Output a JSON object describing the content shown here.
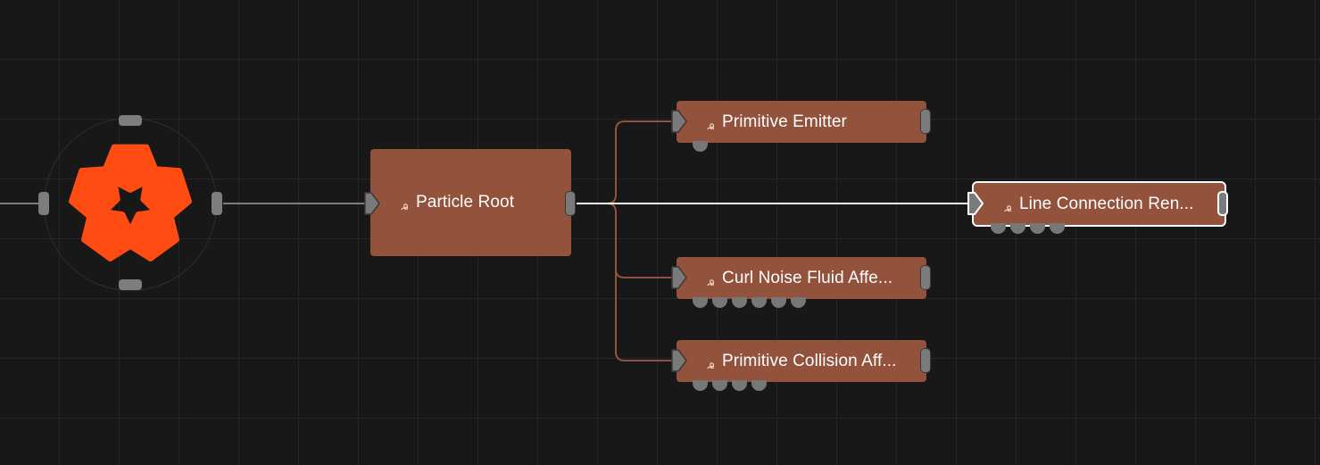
{
  "graph": {
    "root": {
      "icon": "network-logo-icon",
      "color": "#ff4c12"
    },
    "nodes": [
      {
        "id": "particle-root",
        "label": "Particle Root",
        "icon": "atom-icon",
        "selected": false,
        "sub_ports": 0
      },
      {
        "id": "primitive-emitter",
        "label": "Primitive Emitter",
        "icon": "atom-icon",
        "selected": false,
        "sub_ports": 1
      },
      {
        "id": "line-connection-renderer",
        "label": "Line Connection Ren...",
        "icon": "atom-icon",
        "selected": true,
        "sub_ports": 4
      },
      {
        "id": "curl-noise-fluid-affector",
        "label": "Curl Noise Fluid Affe...",
        "icon": "atom-icon",
        "selected": false,
        "sub_ports": 6
      },
      {
        "id": "primitive-collision-affector",
        "label": "Primitive Collision Aff...",
        "icon": "atom-icon",
        "selected": false,
        "sub_ports": 4
      }
    ],
    "edges": [
      {
        "from": "root",
        "to": "particle-root"
      },
      {
        "from": "particle-root",
        "to": "primitive-emitter"
      },
      {
        "from": "particle-root",
        "to": "line-connection-renderer"
      },
      {
        "from": "particle-root",
        "to": "curl-noise-fluid-affector"
      },
      {
        "from": "particle-root",
        "to": "primitive-collision-affector"
      }
    ],
    "colors": {
      "node_fill": "#93523c",
      "branch_wire": "#93523c",
      "active_wire": "#ffffff",
      "root_wire": "#7d7d7d",
      "port": "#7a7a7a"
    }
  }
}
